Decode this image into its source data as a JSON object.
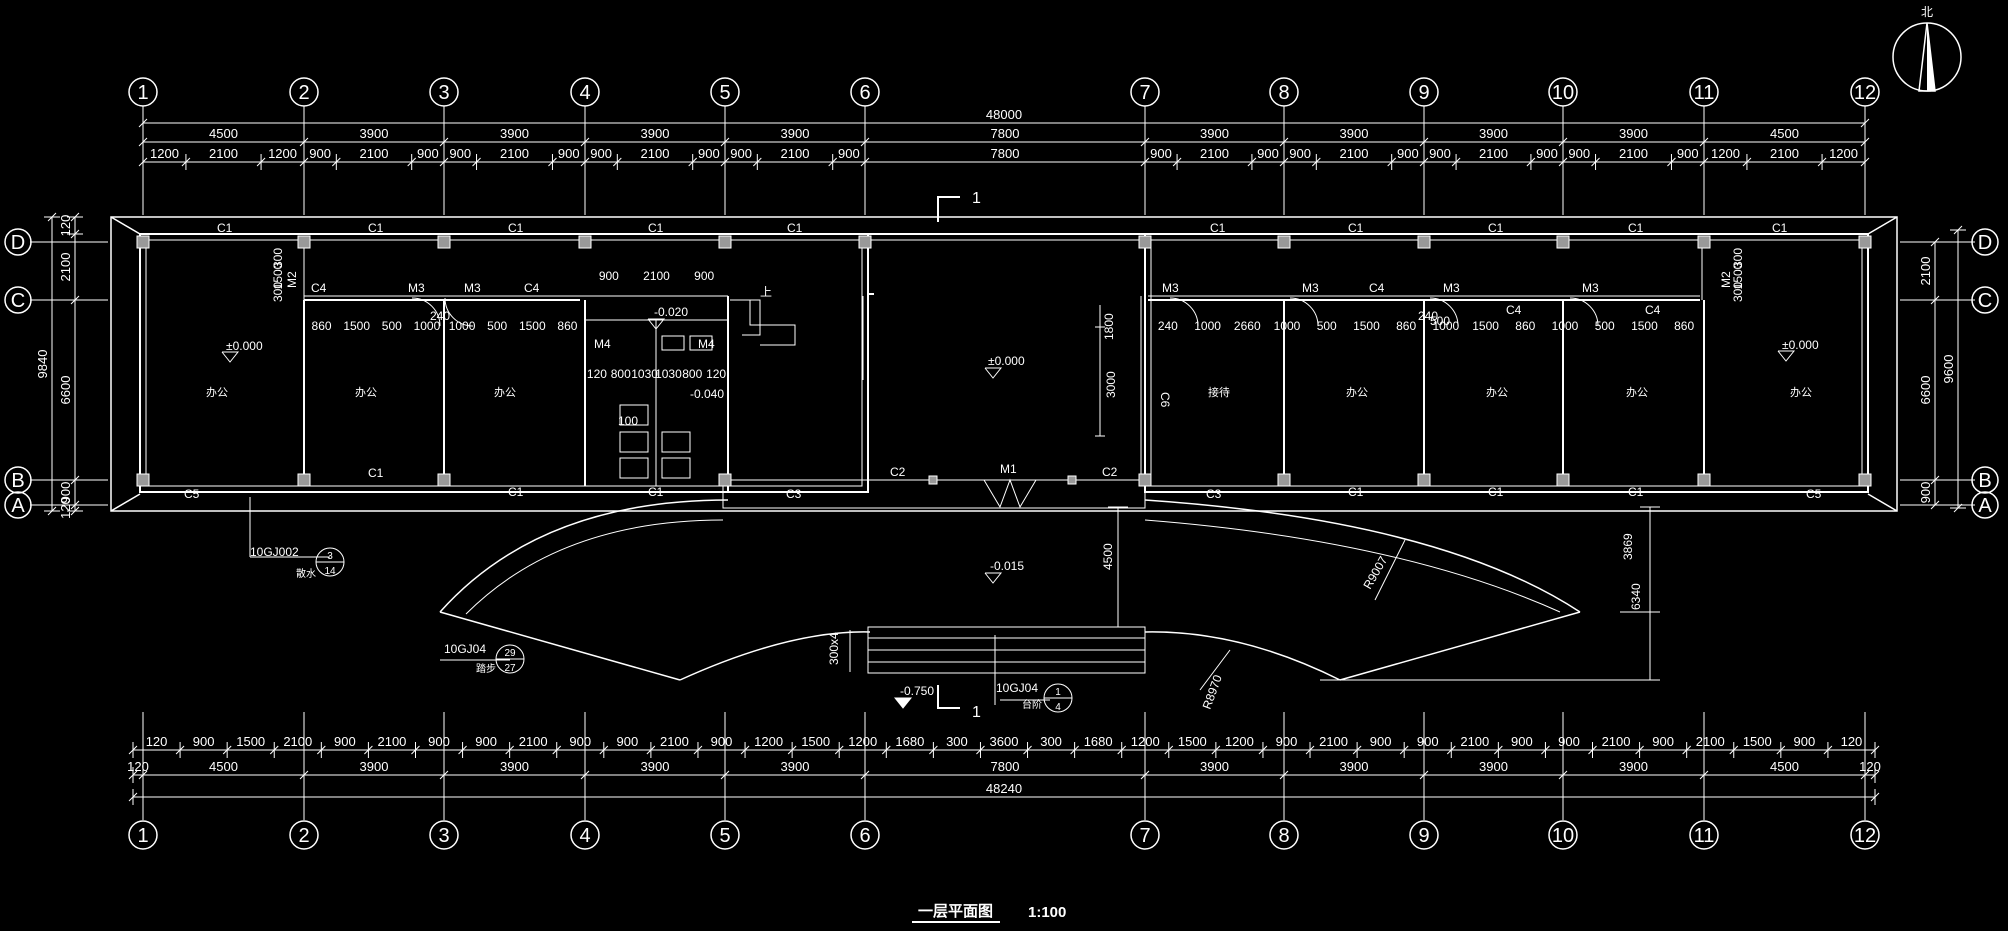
{
  "drawing": {
    "title": "一层平面图",
    "scale": "1:100",
    "north_label": "北",
    "section_mark": "1"
  },
  "axes": {
    "columns": [
      "1",
      "2",
      "3",
      "4",
      "5",
      "6",
      "7",
      "8",
      "9",
      "10",
      "11",
      "12"
    ],
    "rows": [
      "D",
      "C",
      "B",
      "A"
    ]
  },
  "dims": {
    "top_total": "48000",
    "top_bays": [
      "4500",
      "3900",
      "3900",
      "3900",
      "3900",
      "7800",
      "3900",
      "3900",
      "3900",
      "3900",
      "4500"
    ],
    "top_detail": [
      "1200",
      "2100",
      "1200",
      "900",
      "2100",
      "900",
      "900",
      "2100",
      "900",
      "900",
      "2100",
      "900",
      "900",
      "2100",
      "900",
      "7800",
      "900",
      "2100",
      "900",
      "900",
      "2100",
      "900",
      "900",
      "2100",
      "900",
      "900",
      "2100",
      "900",
      "1200",
      "2100",
      "1200"
    ],
    "bottom_detail": [
      "120",
      "900",
      "1500",
      "2100",
      "900",
      "2100",
      "900",
      "900",
      "2100",
      "900",
      "900",
      "2100",
      "900",
      "1200",
      "1500",
      "1200",
      "1680",
      "300",
      "3600",
      "300",
      "1680",
      "1200",
      "1500",
      "1200",
      "900",
      "2100",
      "900",
      "900",
      "2100",
      "900",
      "900",
      "2100",
      "900",
      "2100",
      "1500",
      "900",
      "120"
    ],
    "bottom_bays": [
      "120",
      "4500",
      "3900",
      "3900",
      "3900",
      "3900",
      "7800",
      "3900",
      "3900",
      "3900",
      "3900",
      "4500",
      "120"
    ],
    "bottom_total": "48240",
    "left_outer": "9840",
    "left_inner": [
      "120",
      "2100",
      "6600",
      "900",
      "120"
    ],
    "right_outer": "9600",
    "right_inner": [
      "2100",
      "6600",
      "900"
    ],
    "side_300": "300",
    "side_1500": "1500",
    "side_300b": "300"
  },
  "labels": {
    "windows": {
      "c1": "C1",
      "c2": "C2",
      "c3": "C3",
      "c4": "C4",
      "c5": "C5"
    },
    "doors": {
      "m1": "M1",
      "m2": "M2",
      "m3": "M3",
      "m4": "M4"
    },
    "room_office": "办公",
    "room_reception": "接待",
    "col_c6": "C6"
  },
  "room_dims_left": [
    "860",
    "1500",
    "500",
    "1000",
    "1000",
    "500",
    "1500",
    "860"
  ],
  "room_dims_right": [
    "240",
    "1000",
    "2660",
    "1000",
    "500",
    "1500",
    "860",
    "1000",
    "1500",
    "860",
    "1000",
    "500",
    "1500",
    "860"
  ],
  "toilet_dims": {
    "top": [
      "900",
      "2100",
      "900"
    ],
    "row": [
      "120",
      "800",
      "1030",
      "1030",
      "800",
      "120"
    ],
    "num": "100",
    "dim240a": "240",
    "dim240b": "240",
    "dim500": "500"
  },
  "elevations": {
    "e0": "±0.000",
    "e_lobby": "±0.000",
    "e_right": "±0.000",
    "e_toilet1": "-0.020",
    "e_toilet2": "-0.040",
    "e_plaza": "-0.015",
    "e_ground": "-0.750",
    "stair_up": "上"
  },
  "center_dims": {
    "d1800": "1800",
    "d3000": "3000",
    "d4500": "4500",
    "d300x4": "300x4",
    "d3869": "3869",
    "d6340": "6340",
    "r9007": "R9007",
    "r8970": "R8970"
  },
  "details": {
    "ref1": {
      "code": "10GJ002",
      "sub": "散水",
      "n_top": "3",
      "n_bot": "14"
    },
    "ref2": {
      "code": "10GJ04",
      "sub": "踏步",
      "n_top": "29",
      "n_bot": "27"
    },
    "ref3": {
      "code": "10GJ04",
      "sub": "台阶",
      "n_top": "1",
      "n_bot": "4"
    }
  }
}
